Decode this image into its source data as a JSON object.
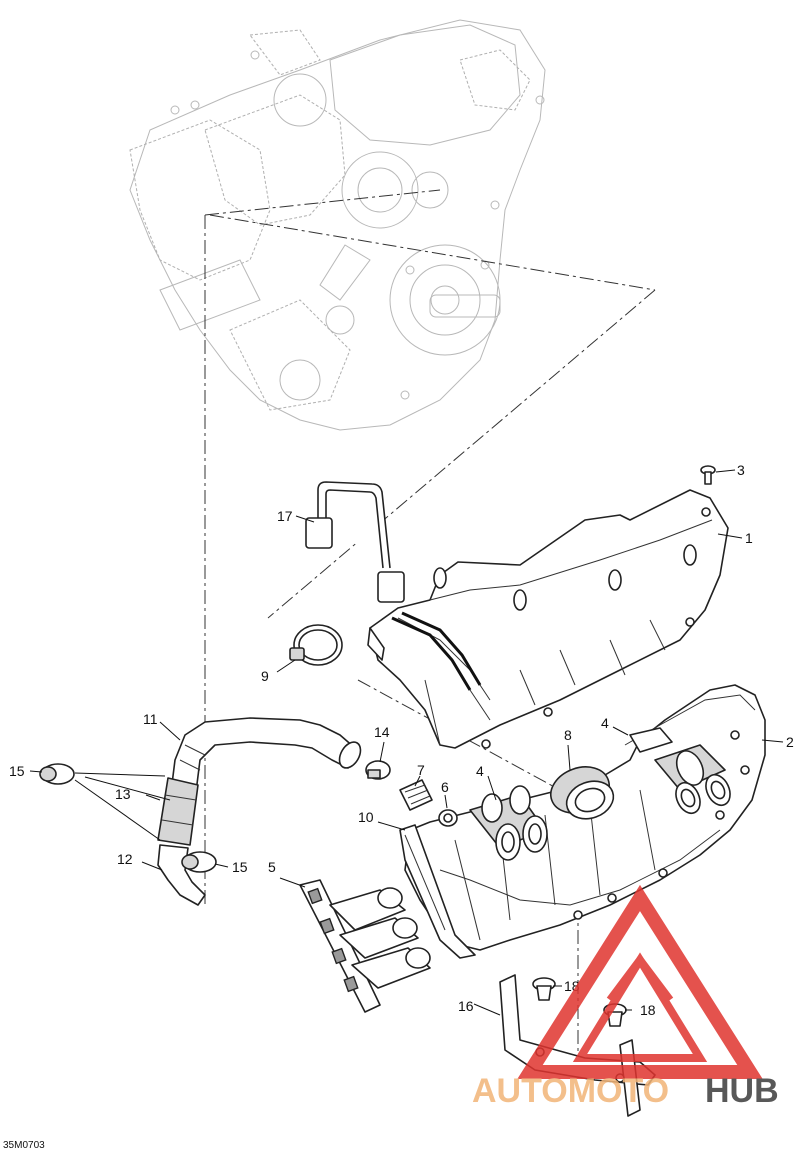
{
  "figure_code": "35M0703",
  "watermark": {
    "word_light": "AUTOMOTO",
    "word_dark": "HUB",
    "light_color": "#f2b477",
    "dark_color": "#3c3c3c",
    "logo_color": "#e0342f"
  },
  "callouts": [
    {
      "number": "1"
    },
    {
      "number": "2"
    },
    {
      "number": "3"
    },
    {
      "number": "4"
    },
    {
      "number": "4"
    },
    {
      "number": "5"
    },
    {
      "number": "6"
    },
    {
      "number": "7"
    },
    {
      "number": "8"
    },
    {
      "number": "9"
    },
    {
      "number": "10"
    },
    {
      "number": "11"
    },
    {
      "number": "12"
    },
    {
      "number": "13"
    },
    {
      "number": "14"
    },
    {
      "number": "15"
    },
    {
      "number": "15"
    },
    {
      "number": "16"
    },
    {
      "number": "17"
    },
    {
      "number": "18"
    },
    {
      "number": "18"
    }
  ]
}
